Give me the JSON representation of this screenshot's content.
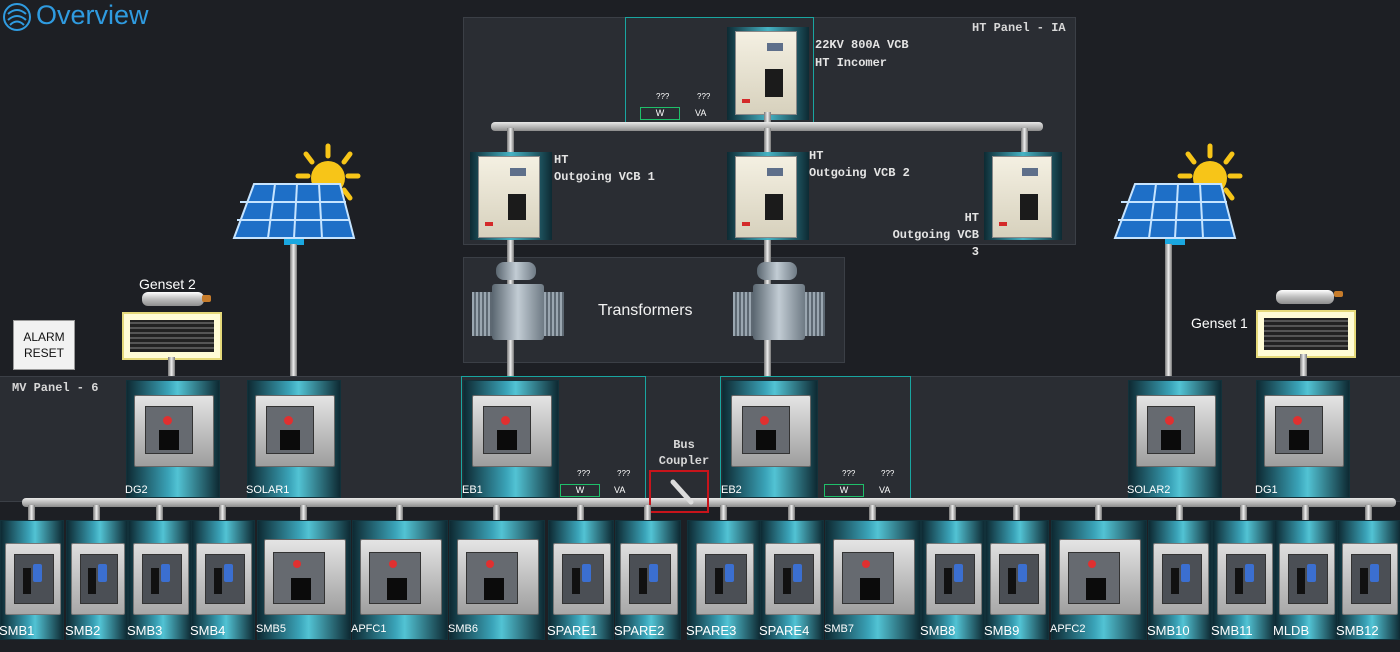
{
  "header": {
    "title": "Overview"
  },
  "ht_panel": {
    "label": "HT Panel - IA",
    "incomer": {
      "line1": "22KV 800A VCB",
      "line2": "HT Incomer"
    },
    "meter": {
      "w_value": "???",
      "va_value": "???",
      "w_unit": "W",
      "va_unit": "VA"
    },
    "outgoing1": {
      "line1": "HT",
      "line2": "Outgoing VCB 1"
    },
    "outgoing2": {
      "line1": "HT",
      "line2": "Outgoing VCB 2"
    },
    "outgoing3": {
      "line1": "HT",
      "line2": "Outgoing VCB 3"
    }
  },
  "transformers": {
    "label": "Transformers"
  },
  "gensets": {
    "genset2": "Genset 2",
    "genset1": "Genset 1"
  },
  "alarm_reset": {
    "line1": "ALARM",
    "line2": "RESET"
  },
  "mv_panel": {
    "label": "MV Panel - 6"
  },
  "incomers": {
    "dg2": "DG2",
    "solar1": "SOLAR1",
    "eb1": "EB1",
    "eb2": "EB2",
    "solar2": "SOLAR2",
    "dg1": "DG1"
  },
  "eb1_meter": {
    "w_value": "???",
    "va_value": "???",
    "w_unit": "W",
    "va_unit": "VA"
  },
  "eb2_meter": {
    "w_value": "???",
    "va_value": "???",
    "w_unit": "W",
    "va_unit": "VA"
  },
  "bus_coupler": {
    "line1": "Bus",
    "line2": "Coupler"
  },
  "feeders": [
    "SMB1",
    "SMB2",
    "SMB3",
    "SMB4",
    "SMB5",
    "APFC1",
    "SMB6",
    "SPARE1",
    "SPARE2",
    "SPARE3",
    "SPARE4",
    "SMB7",
    "SMB8",
    "SMB9",
    "APFC2",
    "SMB10",
    "SMB11",
    "MLDB",
    "SMB12"
  ],
  "colors": {
    "accent": "#2f9be0",
    "bus_coupler_border": "#c8141b",
    "panel_border": "#19a5a0"
  }
}
